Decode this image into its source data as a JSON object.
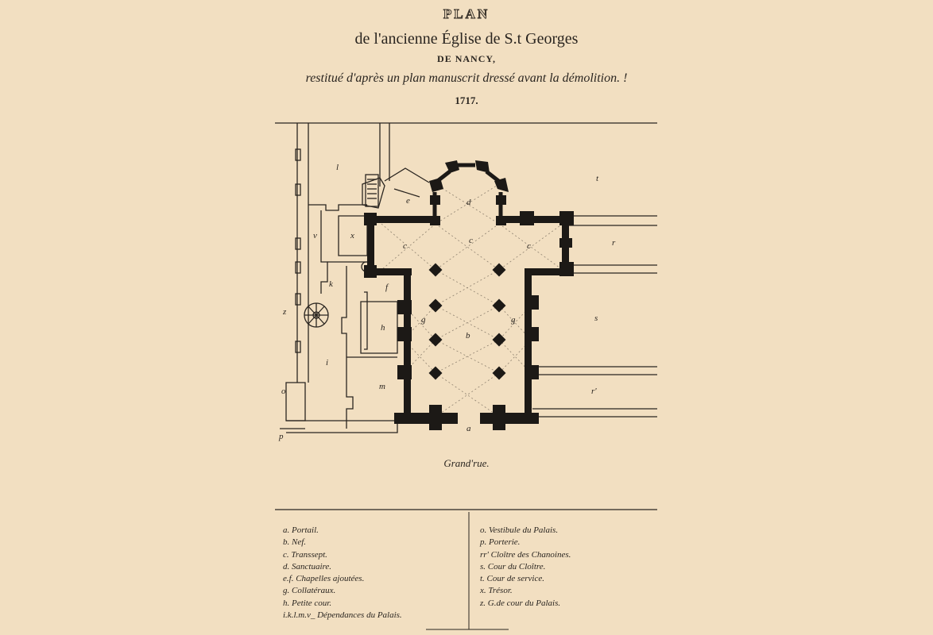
{
  "title": {
    "plan": "PLAN",
    "line1": "de l'ancienne Église de S.t Georges",
    "line2": "DE NANCY,",
    "line3": "restitué d'après un plan manuscrit dressé avant la démolition. !",
    "year": "1717."
  },
  "street": "Grand'rue.",
  "labels": {
    "a": "a",
    "b": "b",
    "c1": "c",
    "c2": "c",
    "c3": "c",
    "d": "d",
    "e": "e",
    "f": "f",
    "g1": "g",
    "g2": "g",
    "h": "h",
    "i": "i",
    "k": "k",
    "l": "l",
    "m": "m",
    "o": "o",
    "p": "p",
    "r1": "r",
    "r2": "r'",
    "s": "s",
    "t": "t",
    "v": "v",
    "x": "x",
    "z": "z"
  },
  "legend_left": [
    "a. Portail.",
    "b. Nef.",
    "c. Transsept.",
    "d. Sanctuaire.",
    "e.f. Chapelles ajoutées.",
    "g. Collatéraux.",
    "h. Petite cour.",
    "i.k.l.m.v_ Dépendances du Palais."
  ],
  "legend_right": [
    "o. Vestibule du Palais.",
    "p. Porterie.",
    "rr' Cloître des Chanoines.",
    "s. Cour du Cloître.",
    "t. Cour de service.",
    "x. Trésor.",
    "z. G.de cour du Palais."
  ],
  "colors": {
    "paper": "#f2dfc1",
    "ink": "#2a2520",
    "wall": "#1c1916"
  }
}
